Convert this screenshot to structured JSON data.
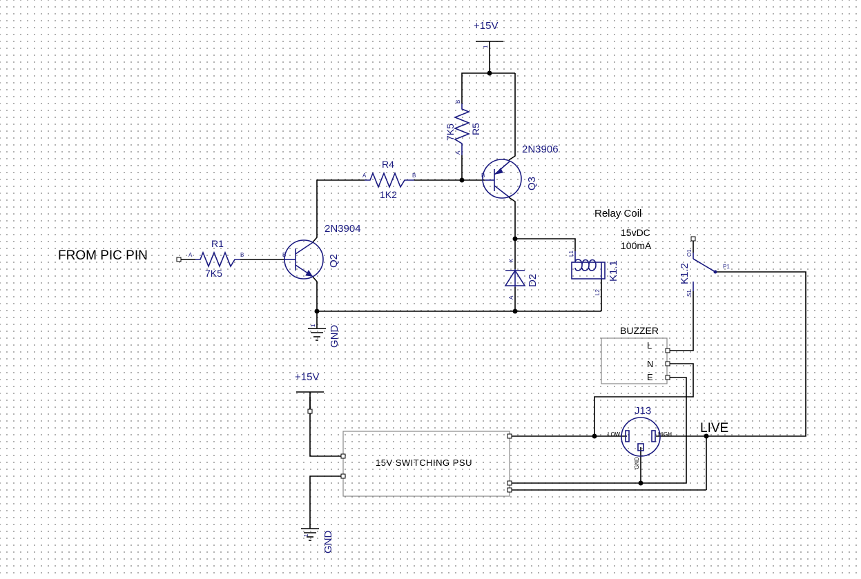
{
  "texts": {
    "from_pic_pin": "FROM PIC PIN",
    "r1_name": "R1",
    "r1_value": "7K5",
    "r4_name": "R4",
    "r4_value": "1K2",
    "r5_name": "R5",
    "r5_value": "7K5",
    "q2_type": "2N3904",
    "q2_name": "Q2",
    "q3_type": "2N3906",
    "q3_name": "Q3",
    "vcc_top": "+15V",
    "vcc_psu": "+15V",
    "gnd_q2": "GND",
    "gnd_psu": "GND",
    "d2_name": "D2",
    "relay_coil_label": "Relay Coil",
    "relay_voltage": "15vDC",
    "relay_current": "100mA",
    "k11_name": "K1.1",
    "k12_name": "K1.2",
    "buzzer_label": "BUZZER",
    "psu_label": "15V SWITCHING PSU",
    "j13_name": "J13",
    "live_label": "LIVE",
    "pin_a": "A",
    "pin_b": "B",
    "pin_k": "K",
    "pin_l1": "L1",
    "pin_l2": "L2",
    "pin_o1": "O1",
    "pin_p1": "P1",
    "pin_s1": "S1",
    "buzzer_l": "L",
    "buzzer_n": "N",
    "buzzer_e": "E",
    "j13_low": "LOW",
    "j13_high": "HIGH",
    "j13_gnd": "GND",
    "pin_one": "1"
  },
  "colors": {
    "component": "#1a1a80",
    "wire": "#000000",
    "box_outline": "#888888"
  }
}
